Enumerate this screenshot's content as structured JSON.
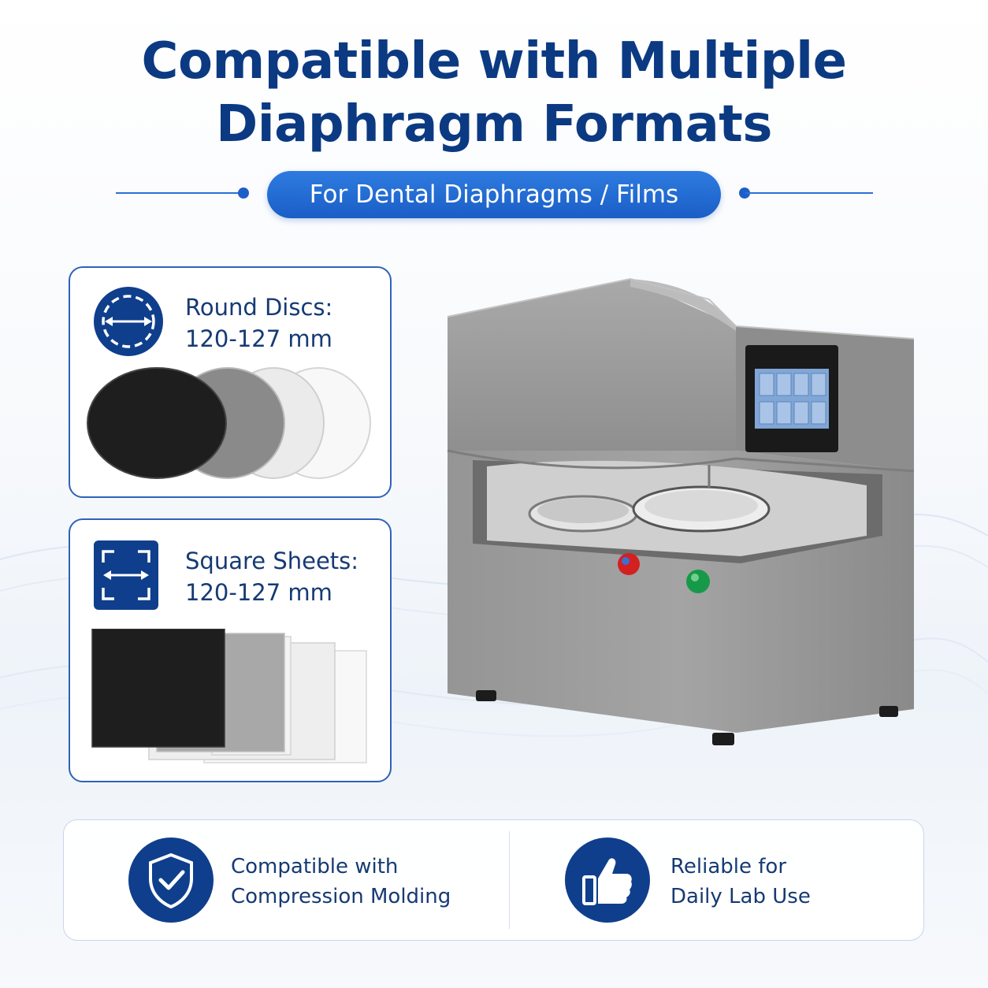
{
  "header": {
    "title_line1": "Compatible with Multiple",
    "title_line2": "Diaphragm Formats",
    "subtitle": "For Dental Diaphragms / Films"
  },
  "cards": {
    "round": {
      "icon": "circle-diameter-icon",
      "title_line1": "Round Discs:",
      "title_line2": "120-127 mm",
      "swatch_colors": [
        "#1e1e1e",
        "#8a8a8a",
        "#e8e8e8",
        "#f7f7f7"
      ]
    },
    "square": {
      "icon": "square-dimension-icon",
      "title_line1": "Square Sheets:",
      "title_line2": "120-127 mm",
      "swatch_colors": [
        "#1e1e1e",
        "#a8a8a8",
        "#eeeeee",
        "#f8f8f8"
      ]
    }
  },
  "features": [
    {
      "icon": "shield-check-icon",
      "line1": "Compatible with",
      "line2": "Compression Molding"
    },
    {
      "icon": "thumbs-up-icon",
      "line1": "Reliable for",
      "line2": "Daily Lab Use"
    }
  ],
  "colors": {
    "brand_dark": "#0b3a82",
    "brand_blue": "#1d5fc9",
    "icon_bg": "#0f3f8c",
    "machine_gray": "#9a9a9a",
    "button_red": "#d32020",
    "button_green": "#169a4a"
  }
}
